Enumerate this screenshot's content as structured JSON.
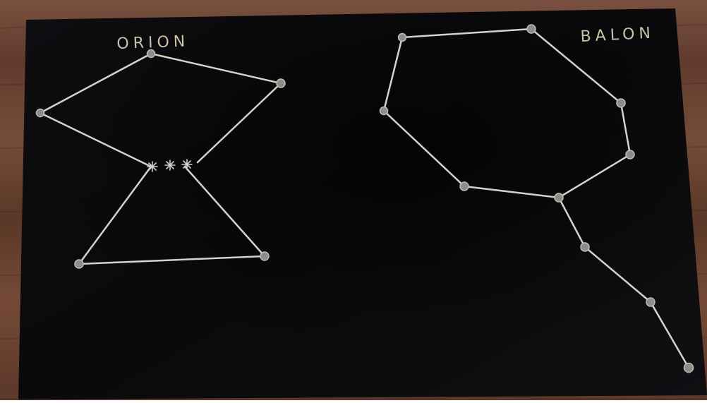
{
  "scene": {
    "description_colors": {
      "wood": "#6b4634",
      "paper": "#0b0a0c",
      "chalk": "#cfcfc6"
    }
  },
  "constellations": [
    {
      "id": "orion",
      "label": "ORION"
    },
    {
      "id": "balon",
      "label": "BALON"
    }
  ]
}
